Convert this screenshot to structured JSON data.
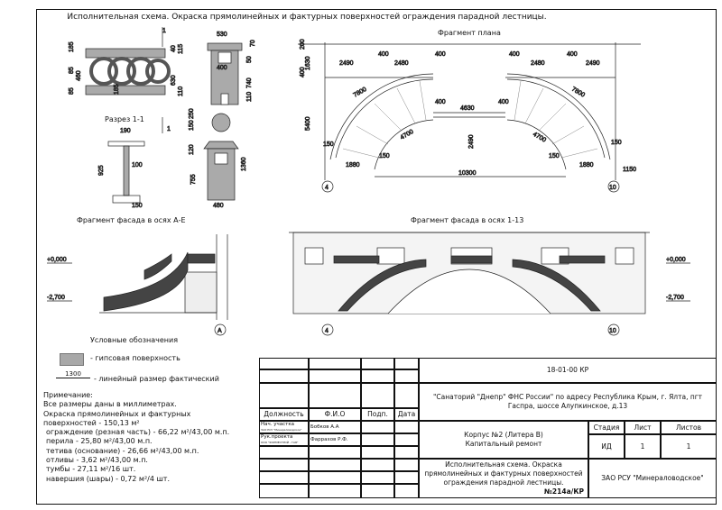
{
  "title": "Исполнительная схема. Окраска прямолинейных и фактурных поверхностей ограждения парадной лестницы.",
  "captions": {
    "section": "Разрез 1-1",
    "section_mark": "1",
    "plan": "Фрагмент плана",
    "facade_ae": "Фрагмент фасада в осях А-Е",
    "facade_113": "Фрагмент фасада в осях 1-13"
  },
  "axes": {
    "a": "А",
    "four": "4",
    "ten": "10"
  },
  "levels": {
    "zero": "+0,000",
    "minus": "-2,700"
  },
  "dims": {
    "fence": [
      "185",
      "85",
      "460",
      "85",
      "40",
      "115",
      "630",
      "110",
      "185"
    ],
    "post": [
      "530",
      "70",
      "50",
      "400",
      "740",
      "110"
    ],
    "baluster": [
      "190",
      "925",
      "100",
      "150"
    ],
    "pedestal": [
      "150",
      "250",
      "120",
      "755",
      "1360",
      "480"
    ],
    "plan": [
      "200",
      "1630",
      "400",
      "5400",
      "2490",
      "400",
      "2480",
      "400",
      "400",
      "2480",
      "400",
      "2490",
      "7800",
      "7800",
      "400",
      "4630",
      "400",
      "4700",
      "4700",
      "150",
      "150",
      "150",
      "150",
      "1880",
      "1880",
      "2490",
      "10300",
      "1150"
    ]
  },
  "legend": {
    "heading": "Условные обозначения",
    "gypsum": "- гипсовая поверхность",
    "dim_value": "1300",
    "dim_text": "- линейный размер фактический",
    "gypsum_color": "#a8a8a8"
  },
  "notes": {
    "heading": "Примечание:",
    "lines": [
      "Все размеры даны в миллиметрах.",
      "Окраска прямолинейных и фактурных",
      "поверхностей - 150,13 м²"
    ],
    "items": [
      "ограждение (резная часть) - 66,22 м²/43,00 м.п.",
      "перила - 25,80 м²/43,00 м.п.",
      "тетива (основание) - 26,66 м²/43,00 м.п.",
      "отливы - 3,62 м²/43,00 м.п.",
      "тумбы - 27,11 м²/16 шт.",
      "навершия (шары) - 0,72 м²/4 шт."
    ]
  },
  "title_block": {
    "code": "18-01-00 КР",
    "address": "\"Санаторий \"Днепр\" ФНС России\" по адресу Республика Крым, г. Ялта, пгт Гаспра, шоссе Алупкинское, д.13",
    "headers": {
      "position": "Должность",
      "name": "Ф.И.О",
      "sign": "Подп.",
      "date": "Дата"
    },
    "people": [
      {
        "position": "Нач. участка",
        "org": "ЗАО РСУ \"Минераловодское\"",
        "name": "Бобков А.А"
      },
      {
        "position": "Рук.проекта",
        "org": "ООО \"ФОРМЕСТРОЙ - ГАЯ\"",
        "name": "Фаррахов Р.Ф."
      }
    ],
    "object": "Корпус №2 (Литера В) Капитальный ремонт",
    "stage_label": "Стадия",
    "sheet_label": "Лист",
    "sheets_label": "Листов",
    "stage": "ИД",
    "sheet": "1",
    "sheets": "1",
    "drawing": "Исполнительная схема. Окраска прямолинейных и фактурных поверхностей ограждения парадной лестницы.",
    "drawing_no": "№214а/КР",
    "company": "ЗАО РСУ \"Минераловодское\""
  }
}
